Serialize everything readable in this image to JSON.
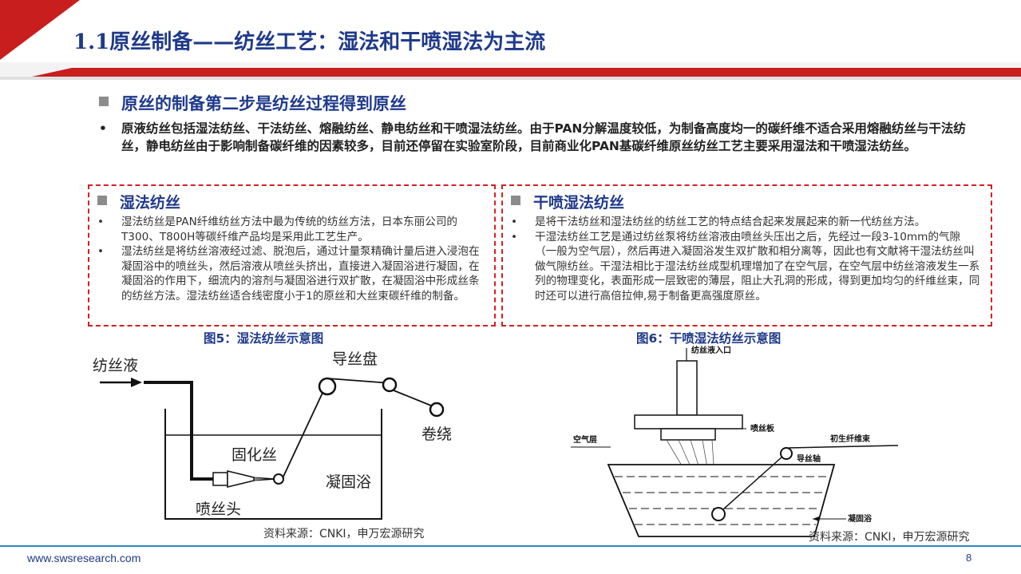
{
  "title": "1.1原丝制备——纺丝工艺：湿法和干喷湿法为主流",
  "section": "原丝的制备第二步是纺丝过程得到原丝",
  "intro_bullet": "•",
  "intro": "原液纺丝包括湿法纺丝、干法纺丝、熔融纺丝、静电纺丝和干喷湿法纺丝。由于PAN分解温度较低，为制备高度均一的碳纤维不适合采用熔融纺丝与干法纺丝，静电纺丝由于影响制备碳纤维的因素较多，目前还停留在实验室阶段，目前商业化PAN基碳纤维原丝纺丝工艺主要采用湿法和干喷湿法纺丝。",
  "wet": {
    "heading": "湿法纺丝",
    "items": [
      "湿法纺丝是PAN纤维纺丝方法中最为传统的纺丝方法，日本东丽公司的T300、T800H等碳纤维产品均是采用此工艺生产。",
      "湿法纺丝是将纺丝溶液经过滤、脱泡后，通过计量泵精确计量后进入浸泡在凝固浴中的喷丝头，然后溶液从喷丝头挤出，直接进入凝固浴进行凝固，在凝固浴的作用下，细流内的溶剂与凝固浴进行双扩散，在凝固浴中形成丝条的纺丝方法。湿法纺丝适合线密度小于1的原丝和大丝束碳纤维的制备。"
    ]
  },
  "dry_wet": {
    "heading": "干喷湿法纺丝",
    "items": [
      "是将干法纺丝和湿法纺丝的纺丝工艺的特点结合起来发展起来的新一代纺丝方法。",
      "干湿法纺丝工艺是通过纺丝泵将纺丝溶液由喷丝头压出之后，先经过一段3-10mm的气隙（一般为空气层），然后再进入凝固浴发生双扩散和相分离等，因此也有文献将干湿法纺丝叫做气隙纺丝。干湿法相比于湿法纺丝成型机理增加了在空气层，在空气层中纺丝溶液发生一系列的物理变化，表面形成一层致密的薄层，阻止大孔洞的形成，得到更加均匀的纤维丝束，同时还可以进行高倍拉伸,易于制备更高强度原丝。"
    ]
  },
  "fig5": {
    "caption": "图5：湿法纺丝示意图",
    "labels": {
      "spin_solution": "纺丝液",
      "guide_disk": "导丝盘",
      "winding": "卷绕",
      "solidified_fiber": "固化丝",
      "coag_bath": "凝固浴",
      "spinneret": "喷丝头"
    },
    "source": "资料来源：CNKI，申万宏源研究"
  },
  "fig6": {
    "caption": "图6：干喷湿法纺丝示意图",
    "labels": {
      "inlet": "纺丝液入口",
      "spinneret_plate": "喷丝板",
      "air_layer": "空气层",
      "nascent_fiber": "初生纤维束",
      "guide_shaft": "导丝轴",
      "coag_bath": "凝固浴"
    },
    "source": "资料来源：CNKI，申万宏源研究"
  },
  "footer": {
    "site": "www.swsresearch.com",
    "page": "8"
  },
  "colors": {
    "title_blue": "#1f3a8a",
    "header_red": "#c81e1e",
    "dash_red": "#d42020",
    "footer_blue": "#2e86c8"
  }
}
